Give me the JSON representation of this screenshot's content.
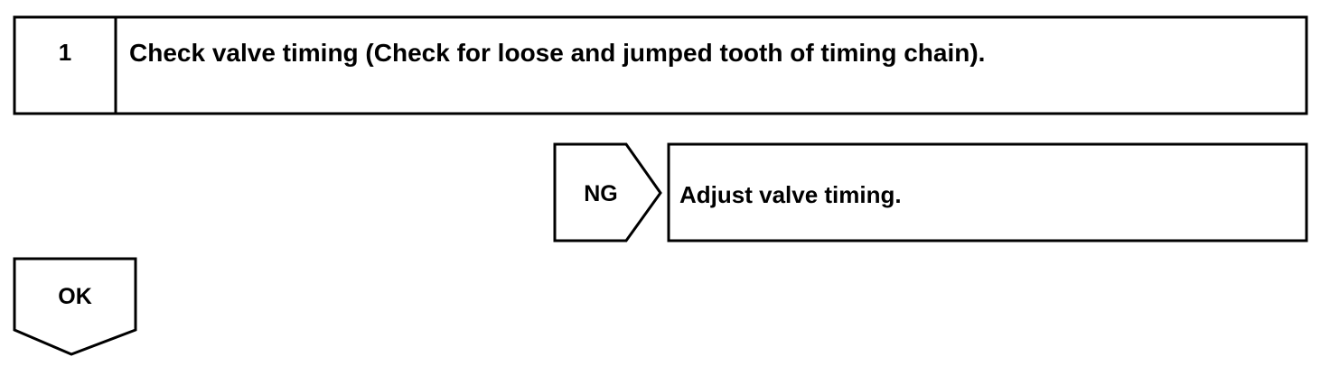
{
  "step": {
    "number": "1",
    "title": "Check valve timing (Check for loose and jumped tooth of timing chain)."
  },
  "ng_branch": {
    "label": "NG",
    "action": "Adjust valve timing."
  },
  "ok_branch": {
    "label": "OK"
  }
}
